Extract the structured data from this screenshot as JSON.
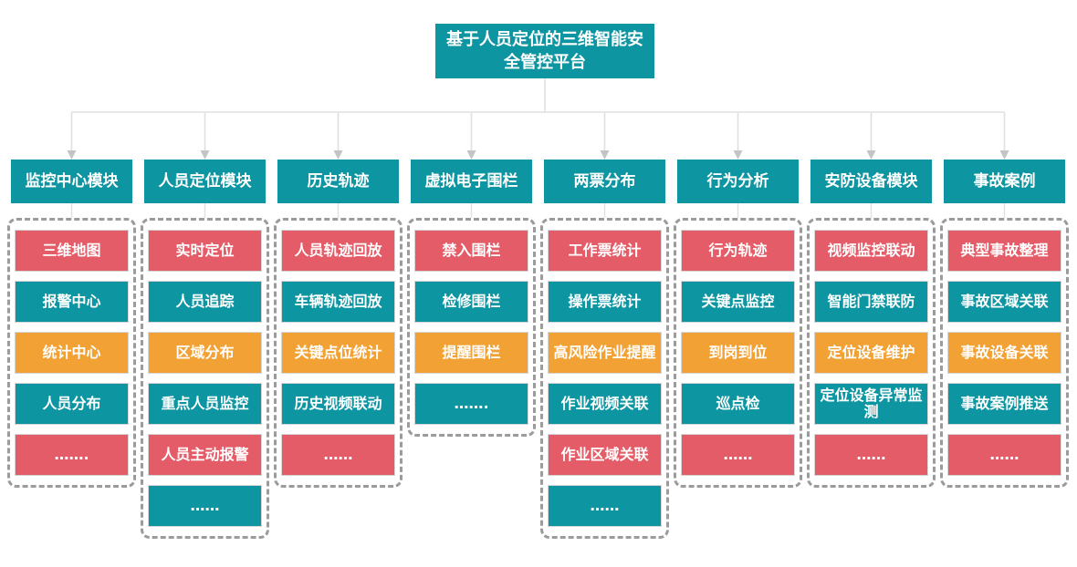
{
  "root": {
    "title": "基于人员定位的三维智能安全管控平台"
  },
  "palette": {
    "teal": "#0E95A2",
    "red": "#E45C68",
    "orange": "#F2A134",
    "header_bg": "#0E95A2",
    "root_bg": "#0E95A2",
    "line": "#e0e0e0",
    "arrow": "#c4c4c4",
    "dashed_border": "#9b9b9b",
    "item_border": "#d6d6d6",
    "text": "#ffffff"
  },
  "columns": [
    {
      "header": "监控中心模块",
      "items": [
        {
          "label": "三维地图",
          "color": "red"
        },
        {
          "label": "报警中心",
          "color": "teal"
        },
        {
          "label": "统计中心",
          "color": "orange"
        },
        {
          "label": "人员分布",
          "color": "teal"
        },
        {
          "label": "…….",
          "color": "red"
        }
      ]
    },
    {
      "header": "人员定位模块",
      "items": [
        {
          "label": "实时定位",
          "color": "red"
        },
        {
          "label": "人员追踪",
          "color": "teal"
        },
        {
          "label": "区域分布",
          "color": "orange"
        },
        {
          "label": "重点人员监控",
          "color": "teal"
        },
        {
          "label": "人员主动报警",
          "color": "red"
        },
        {
          "label": "……",
          "color": "teal"
        }
      ]
    },
    {
      "header": "历史轨迹",
      "items": [
        {
          "label": "人员轨迹回放",
          "color": "red"
        },
        {
          "label": "车辆轨迹回放",
          "color": "teal"
        },
        {
          "label": "关键点位统计",
          "color": "orange"
        },
        {
          "label": "历史视频联动",
          "color": "teal"
        },
        {
          "label": "……",
          "color": "red"
        }
      ]
    },
    {
      "header": "虚拟电子围栏",
      "items": [
        {
          "label": "禁入围栏",
          "color": "red"
        },
        {
          "label": "检修围栏",
          "color": "teal"
        },
        {
          "label": "提醒围栏",
          "color": "orange"
        },
        {
          "label": "…….",
          "color": "teal"
        }
      ]
    },
    {
      "header": "两票分布",
      "items": [
        {
          "label": "工作票统计",
          "color": "red"
        },
        {
          "label": "操作票统计",
          "color": "teal"
        },
        {
          "label": "高风险作业提醒",
          "color": "orange"
        },
        {
          "label": "作业视频关联",
          "color": "teal"
        },
        {
          "label": "作业区域关联",
          "color": "red"
        },
        {
          "label": "……",
          "color": "teal"
        }
      ]
    },
    {
      "header": "行为分析",
      "items": [
        {
          "label": "行为轨迹",
          "color": "red"
        },
        {
          "label": "关键点监控",
          "color": "teal"
        },
        {
          "label": "到岗到位",
          "color": "orange"
        },
        {
          "label": "巡点检",
          "color": "teal"
        },
        {
          "label": "……",
          "color": "red"
        }
      ]
    },
    {
      "header": "安防设备模块",
      "items": [
        {
          "label": "视频监控联动",
          "color": "red"
        },
        {
          "label": "智能门禁联防",
          "color": "teal"
        },
        {
          "label": "定位设备维护",
          "color": "orange"
        },
        {
          "label": "定位设备异常监测",
          "color": "teal"
        },
        {
          "label": "……",
          "color": "red"
        }
      ]
    },
    {
      "header": "事故案例",
      "items": [
        {
          "label": "典型事故整理",
          "color": "red"
        },
        {
          "label": "事故区域关联",
          "color": "teal"
        },
        {
          "label": "事故设备关联",
          "color": "orange"
        },
        {
          "label": "事故案例推送",
          "color": "teal"
        },
        {
          "label": "……",
          "color": "red"
        }
      ]
    }
  ]
}
